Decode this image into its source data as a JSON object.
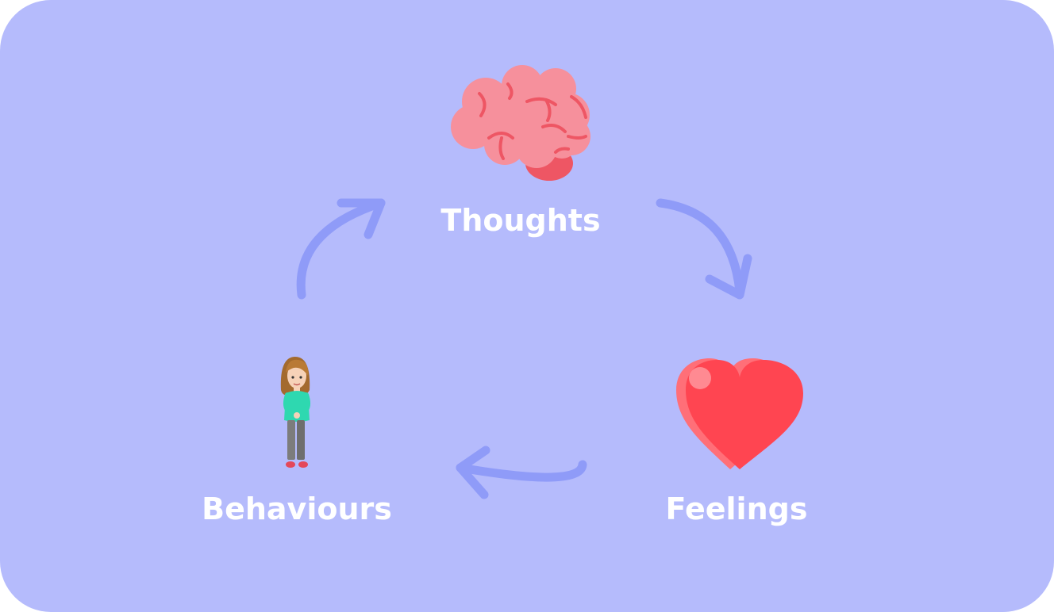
{
  "nodes": {
    "thoughts": {
      "label": "Thoughts",
      "icon": "brain-icon"
    },
    "feelings": {
      "label": "Feelings",
      "icon": "heart-icon"
    },
    "behaviours": {
      "label": "Behaviours",
      "icon": "girl-figure-icon"
    }
  },
  "edges": [
    {
      "from": "thoughts",
      "to": "feelings"
    },
    {
      "from": "feelings",
      "to": "behaviours"
    },
    {
      "from": "behaviours",
      "to": "thoughts"
    }
  ],
  "colors": {
    "background": "#b5bbfc",
    "arrow": "#8f9bf8",
    "label": "#ffffff",
    "brain": "#f6909c",
    "brain_dark": "#ee5664",
    "heart": "#ff4551",
    "heart_light": "#ff6f78"
  }
}
